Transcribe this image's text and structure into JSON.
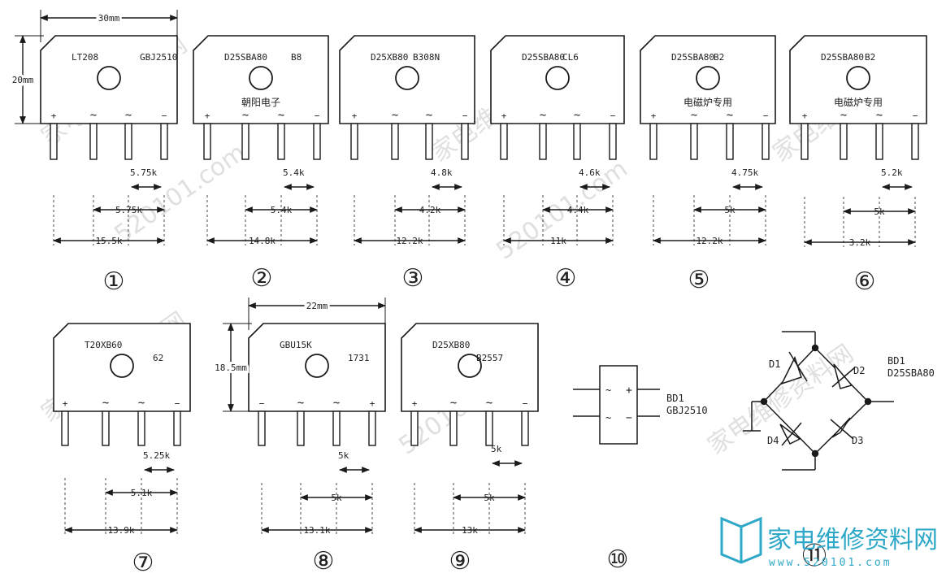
{
  "components": [
    {
      "idx": 0,
      "model": "LT208",
      "model2": "GBJ2510",
      "note": "",
      "pins": [
        "+",
        "~",
        "~",
        "−"
      ],
      "dim_pitch": "5.75k",
      "dim_mid": "5.75k",
      "dim_total": "15.5k",
      "width_dim": "30mm",
      "height_dim": "20mm",
      "number": "①"
    },
    {
      "idx": 1,
      "model": "D25SBA80",
      "model2": "B8",
      "note": "朝阳电子",
      "pins": [
        "+",
        "~",
        "~",
        "−"
      ],
      "dim_pitch": "5.4k",
      "dim_mid": "5.4k",
      "dim_total": "14.8k",
      "number": "②"
    },
    {
      "idx": 2,
      "model": "D25XB80",
      "model2": "B308N",
      "note": "",
      "pins": [
        "+",
        "~",
        "~",
        "−"
      ],
      "dim_pitch": "4.8k",
      "dim_mid": "4.2k",
      "dim_total": "12.2k",
      "number": "③"
    },
    {
      "idx": 3,
      "model": "D25SBA80",
      "model2": "CL6",
      "note": "",
      "pins": [
        "+",
        "~",
        "~",
        "−"
      ],
      "dim_pitch": "4.6k",
      "dim_mid": "4.4k",
      "dim_total": "11k",
      "number": "④"
    },
    {
      "idx": 4,
      "model": "D25SBA80",
      "model2": "B2",
      "note": "电磁炉专用",
      "pins": [
        "+",
        "~",
        "~",
        "−"
      ],
      "dim_pitch": "4.75k",
      "dim_mid": "5k",
      "dim_total": "12.2k",
      "number": "⑤"
    },
    {
      "idx": 5,
      "model": "D25SBA80",
      "model2": "B2",
      "note": "电磁炉专用",
      "pins": [
        "+",
        "~",
        "~",
        "−"
      ],
      "dim_pitch": "5.2k",
      "dim_mid": "5k",
      "dim_total": "3.2k",
      "number": "⑥"
    },
    {
      "idx": 6,
      "model": "T20XB60",
      "model2": "62",
      "note": "",
      "pins": [
        "+",
        "~",
        "~",
        "−"
      ],
      "dim_pitch": "5.25k",
      "dim_mid": "5.1k",
      "dim_total": "13.9k",
      "number": "⑦"
    },
    {
      "idx": 7,
      "model": "GBU15K",
      "model2": "1731",
      "note": "",
      "pins": [
        "−",
        "~",
        "~",
        "+"
      ],
      "dim_pitch": "5k",
      "dim_mid": "5k",
      "dim_total": "13.1k",
      "width_dim": "22mm",
      "height_dim": "18.5mm",
      "number": "⑧"
    },
    {
      "idx": 8,
      "model": "D25XB80",
      "model2": "B2557",
      "note": "",
      "pins": [
        "+",
        "~",
        "~",
        "−"
      ],
      "dim_pitch": "5k",
      "dim_mid": "5k",
      "dim_total": "13k",
      "number": "⑨"
    }
  ],
  "symbol10": {
    "label1": "BD1",
    "label2": "GBJ2510",
    "plus": "+",
    "minus": "−",
    "ac1": "~",
    "ac2": "~",
    "number": "⑩"
  },
  "symbol11": {
    "label1": "BD1",
    "label2": "D25SBA80",
    "d1": "D1",
    "d2": "D2",
    "d3": "D3",
    "d4": "D4",
    "number": "⑪"
  },
  "watermark": {
    "text": "家电维修资料网",
    "site": "520101.com",
    "logo_site": "www.520101.com"
  },
  "colors": {
    "ink": "#1a1a1a",
    "watermark": "#d8d8d8",
    "logo": "#2ea8c8"
  }
}
